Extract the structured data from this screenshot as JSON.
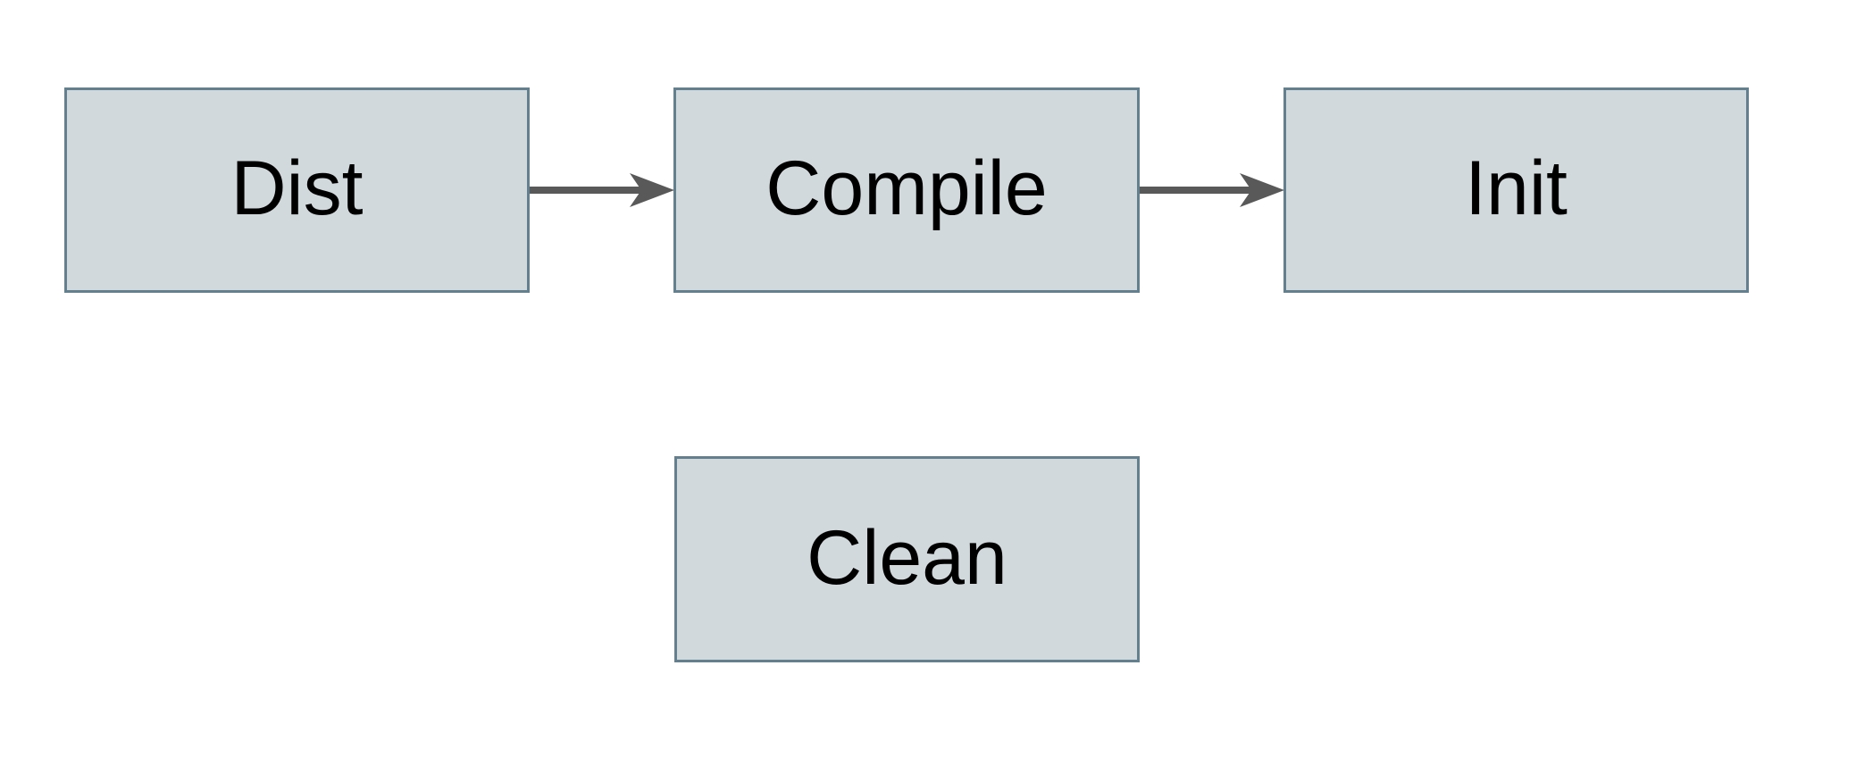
{
  "diagram": {
    "type": "flowchart",
    "nodes": [
      {
        "id": "dist",
        "label": "Dist"
      },
      {
        "id": "compile",
        "label": "Compile"
      },
      {
        "id": "init",
        "label": "Init"
      },
      {
        "id": "clean",
        "label": "Clean"
      }
    ],
    "edges": [
      {
        "from": "dist",
        "to": "compile",
        "style": "arrow-right"
      },
      {
        "from": "compile",
        "to": "init",
        "style": "arrow-right"
      }
    ],
    "colors": {
      "background": "#ffffff",
      "node_fill": "#d2d9dc",
      "node_border": "#64808e",
      "arrow": "#595959",
      "label_text": "#000000"
    }
  }
}
